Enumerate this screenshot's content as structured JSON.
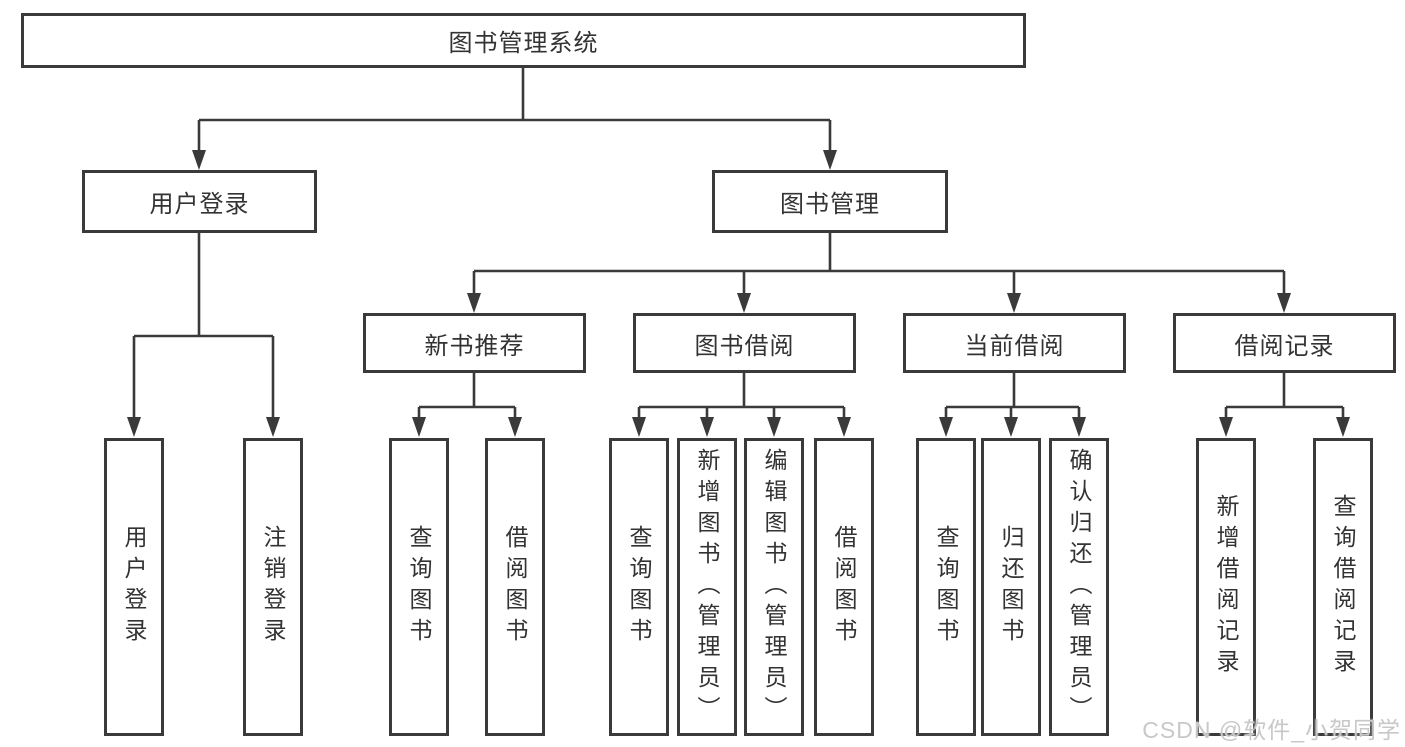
{
  "diagram": {
    "tree": {
      "root": "图书管理系统",
      "level2": [
        "用户登录",
        "图书管理"
      ],
      "level3": [
        "新书推荐",
        "图书借阅",
        "当前借阅",
        "借阅记录"
      ],
      "leaves": {
        "user_login": [
          "用户登录",
          "注销登录"
        ],
        "new_book_recommendation": [
          "查询图书",
          "借阅图书"
        ],
        "book_borrowing": [
          "查询图书",
          "新增图书（管理员）",
          "编辑图书（管理员）",
          "借阅图书"
        ],
        "current_borrowing": [
          "查询图书",
          "归还图书",
          "确认归还（管理员）"
        ],
        "borrowing_records": [
          "新增借阅记录",
          "查询借阅记录"
        ]
      }
    },
    "colors": {
      "line": "#3a3a3a",
      "box_border": "#3a3a3a",
      "text": "#333333",
      "background": "#ffffff",
      "watermark": "#c8c8c8"
    }
  },
  "watermark": {
    "text": "CSDN @软件_小贺同学"
  }
}
